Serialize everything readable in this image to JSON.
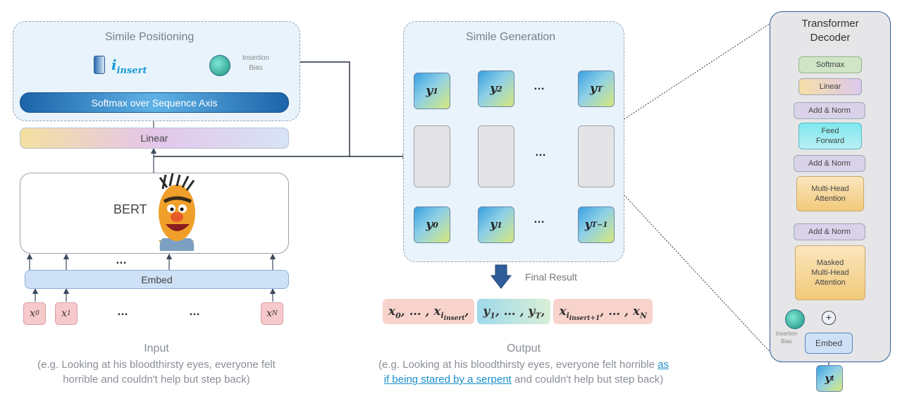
{
  "simile_positioning": {
    "title": "Simile Positioning",
    "i_insert": "i",
    "i_insert_sub": "insert",
    "insertion_bias": "Insertion\nBias",
    "softmax": "Softmax over Sequence Axis"
  },
  "linear": "Linear",
  "bert": "BERT",
  "embed": "Embed",
  "inputs": {
    "x0": "x",
    "x0_sub": "0",
    "x1": "x",
    "x1_sub": "1",
    "xN": "x",
    "xN_sub": "N",
    "dots": "…"
  },
  "simile_generation": {
    "title": "Simile Generation",
    "top": [
      {
        "base": "y",
        "sub": "1"
      },
      {
        "base": "y",
        "sub": "2"
      },
      {
        "base": "y",
        "sub": "T"
      }
    ],
    "bottom": [
      {
        "base": "y",
        "sub": "0"
      },
      {
        "base": "y",
        "sub": "1"
      },
      {
        "base": "y",
        "sub": "T−1"
      }
    ],
    "dots": "…"
  },
  "final_result": "Final Result",
  "result_segments": [
    {
      "text": "x",
      "sub": "0",
      "rest": ", … , x",
      "sub2": "i",
      "subsub": "insert",
      "tail": ",",
      "color": "#f8d3cc"
    },
    {
      "text": "y",
      "sub": "1",
      "rest": ", … , y",
      "sub2": "T",
      "subsub": "",
      "tail": ",",
      "color": "#bde6ee"
    },
    {
      "text": "x",
      "sub": "i",
      "subsub": "insert+1",
      "rest": ", … , x",
      "sub2": "N",
      "tail": "",
      "color": "#f8d3cc"
    }
  ],
  "input_caption": {
    "title": "Input",
    "line1": "(e.g. Looking at his bloodthirsty eyes, everyone felt",
    "line2": "horrible and couldn't help but step back)"
  },
  "output_caption": {
    "title": "Output",
    "line1": "(e.g. Looking at his bloodthirsty eyes, everyone felt horrible ",
    "link1": "as",
    "link2": "if being stared by a serpent",
    "line2": " and couldn't help but step back)"
  },
  "decoder": {
    "title": "Transformer\nDecoder",
    "softmax": "Softmax",
    "linear": "Linear",
    "add_norm": "Add & Norm",
    "feed_forward": "Feed\nForward",
    "mha": "Multi-Head\nAttention",
    "masked_mha": "Masked\nMulti-Head\nAttention",
    "embed": "Embed",
    "insertion_bias": "Insertion\nBias",
    "plus": "+",
    "yt": "y",
    "yt_sub": "t"
  },
  "colors": {
    "panel_bg": "#e8f3fb",
    "linear_grad": [
      "#f4dfa0",
      "#e4c6ea",
      "#d7e3f6"
    ],
    "softmax_grad": [
      "#1c63a8",
      "#5fb2e6",
      "#1c63a8"
    ],
    "embed_bg": "#cfe1f6"
  }
}
